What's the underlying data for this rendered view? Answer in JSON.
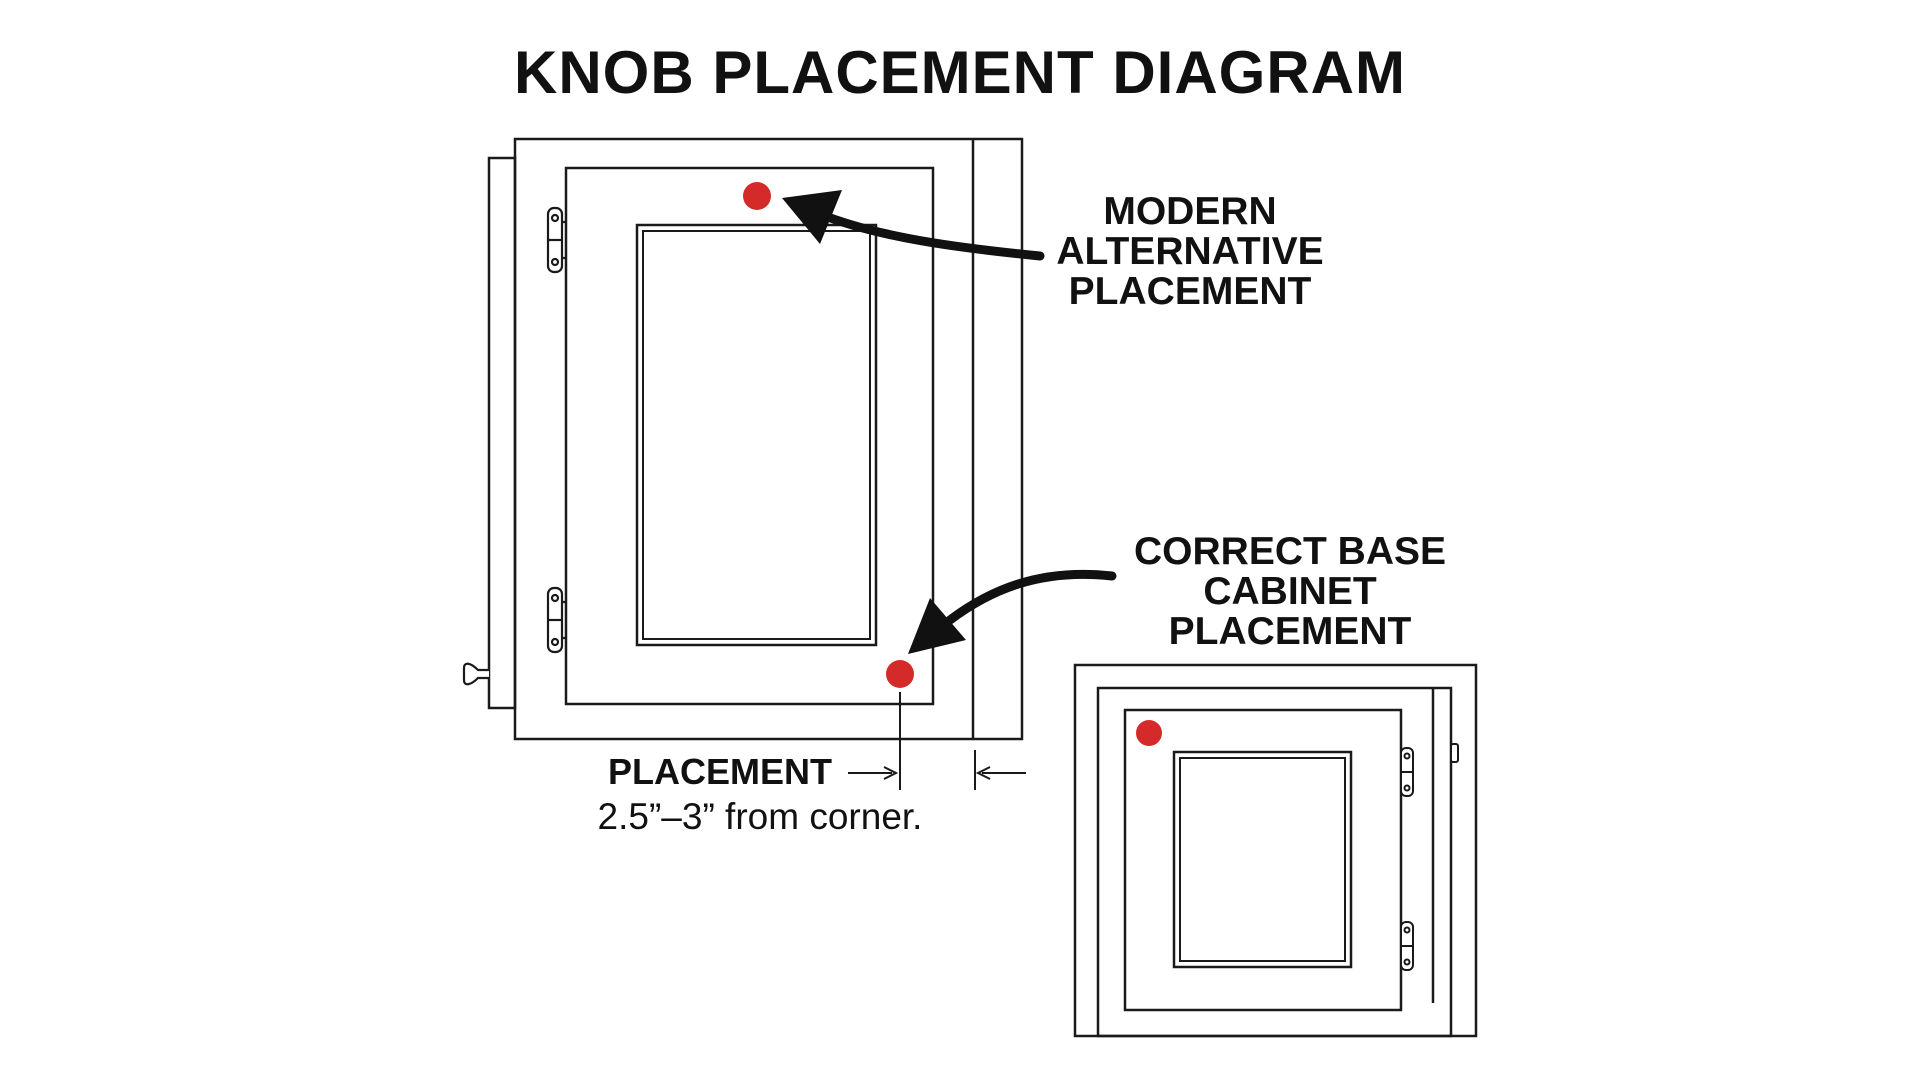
{
  "title": "KNOB PLACEMENT DIAGRAM",
  "callouts": {
    "modern": {
      "lines": [
        "MODERN",
        "ALTERNATIVE",
        "PLACEMENT"
      ]
    },
    "base": {
      "lines": [
        "CORRECT BASE",
        "CABINET",
        "PLACEMENT"
      ]
    }
  },
  "measurement": {
    "label": "PLACEMENT",
    "distance": "2.5”–3” from corner."
  },
  "colors": {
    "knob": "#d42a2a",
    "line": "#1a1a1a",
    "background": "#ffffff"
  },
  "icons": {
    "hinge": "hinge-icon",
    "knob": "knob-icon",
    "arrow": "curved-arrow-icon"
  }
}
